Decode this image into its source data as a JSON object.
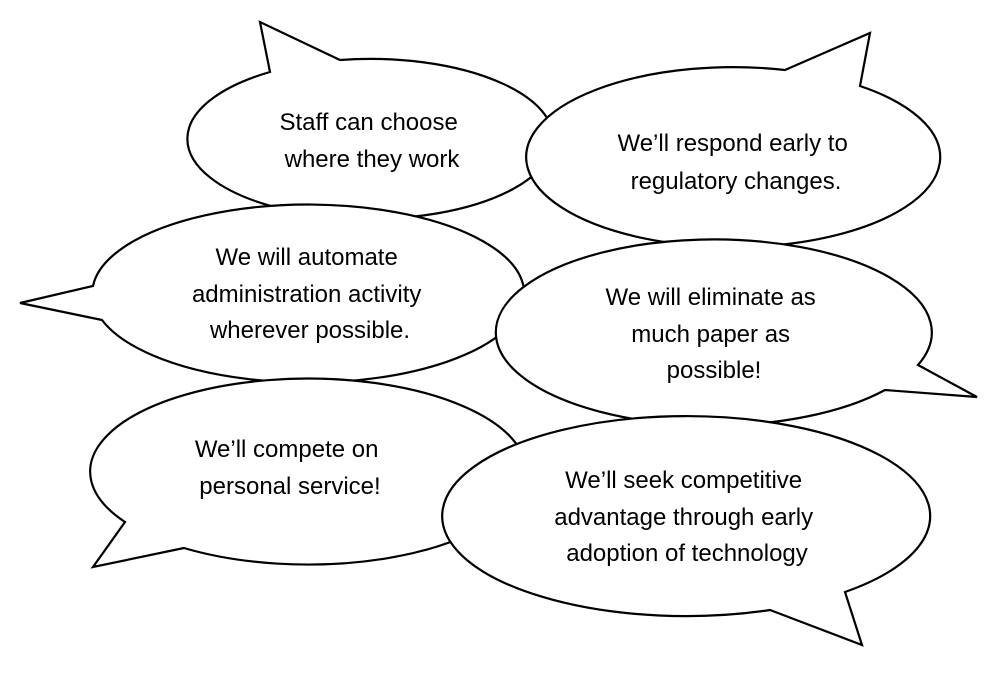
{
  "diagram": {
    "bubbles": [
      {
        "id": "choose-workplace",
        "lines": [
          "Staff can choose",
          "where they work"
        ]
      },
      {
        "id": "regulatory",
        "lines": [
          "We’ll respond early to",
          "regulatory changes."
        ]
      },
      {
        "id": "automate-admin",
        "lines": [
          "We will automate",
          "administration activity",
          "wherever possible."
        ]
      },
      {
        "id": "eliminate-paper",
        "lines": [
          "We will eliminate as",
          "much paper as",
          "possible!"
        ]
      },
      {
        "id": "personal-service",
        "lines": [
          "We’ll compete on",
          "personal service!"
        ]
      },
      {
        "id": "early-technology",
        "lines": [
          "We’ll seek competitive",
          "advantage through early",
          "adoption of technology"
        ]
      }
    ]
  }
}
